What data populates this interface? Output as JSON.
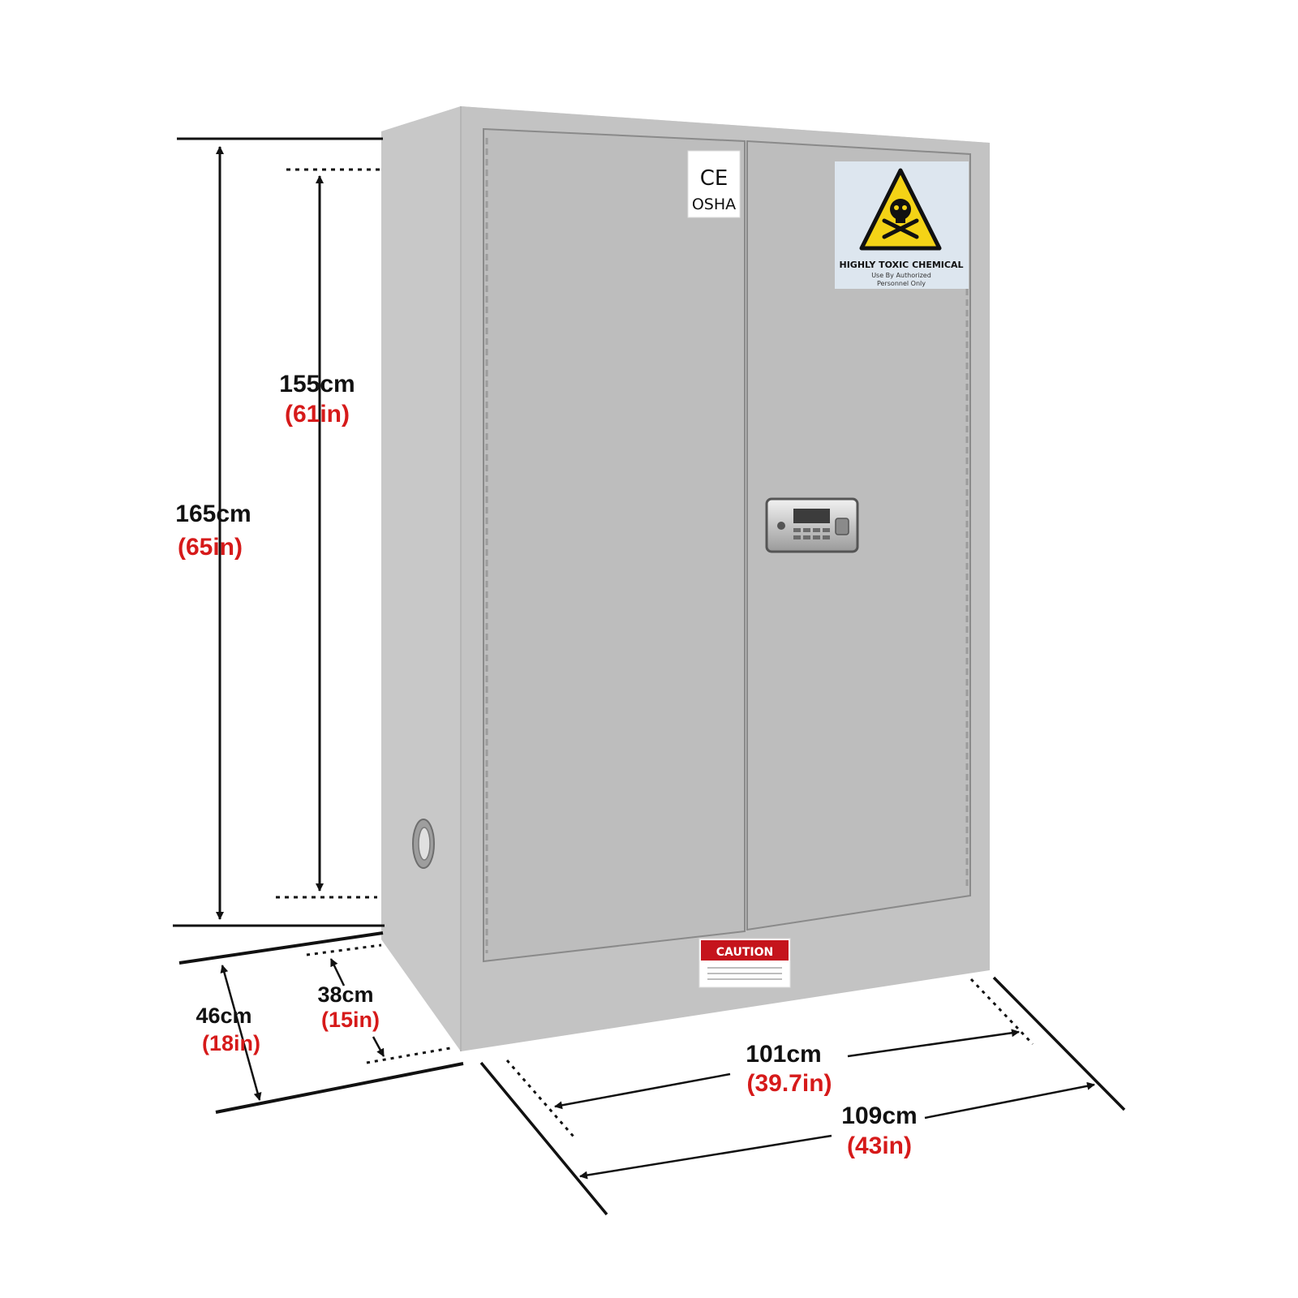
{
  "colors": {
    "cabinet_front": "#c1c1c1",
    "cabinet_side": "#c9c9c9",
    "cabinet_top": "#d6d6d6",
    "line": "#111111",
    "inch_text": "#d61a1a",
    "warning_yellow": "#f4d316",
    "caution_red": "#c5141c"
  },
  "cert_label": {
    "line1": "CE",
    "line2": "OSHA"
  },
  "hazard_sign": {
    "icon": "skull-crossbones-icon",
    "title": "HIGHLY TOXIC CHEMICAL",
    "line2": "Use By Authorized",
    "line3": "Personnel Only"
  },
  "caution_label": {
    "title": "CAUTION"
  },
  "lock": {
    "icon": "electronic-keypad-lock-icon"
  },
  "dimensions": {
    "overall_height": {
      "cm": "165cm",
      "in": "(65in)"
    },
    "door_height": {
      "cm": "155cm",
      "in": "(61in)"
    },
    "overall_depth": {
      "cm": "46cm",
      "in": "(18in)"
    },
    "inner_depth": {
      "cm": "38cm",
      "in": "(15in)"
    },
    "door_width": {
      "cm": "101cm",
      "in": "(39.7in)"
    },
    "overall_width": {
      "cm": "109cm",
      "in": "(43in)"
    }
  }
}
